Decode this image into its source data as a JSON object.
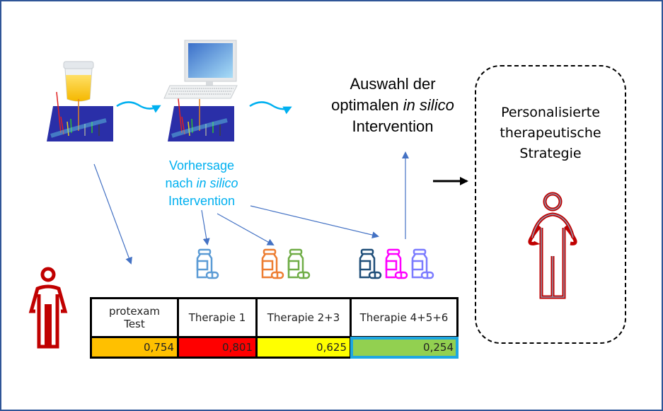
{
  "diagram": {
    "selection_text": {
      "line1": "Auswahl der",
      "line2_prefix": "optimalen ",
      "line2_italic": "in silico",
      "line3": "Intervention"
    },
    "prediction_text": {
      "line1": "Vorhersage",
      "line2_prefix": "nach ",
      "line2_italic": "in silico",
      "line3": "Intervention"
    },
    "strategy_text": {
      "line1": "Personalisierte",
      "line2": "therapeutische",
      "line3": "Strategie"
    },
    "colors": {
      "frame": "#2F5597",
      "arrow_blue": "#4472C4",
      "wave_cyan": "#00B0F0",
      "person_red": "#C00000",
      "bottle_1": "#5B9BD5",
      "bottle_2": "#ED7D31",
      "bottle_3": "#70AD47",
      "bottle_4": "#1F4E79",
      "bottle_5": "#FF00FF",
      "bottle_6": "#7B7BFF"
    },
    "table": {
      "headers": [
        {
          "line1": "protexam",
          "line2": "Test"
        },
        {
          "line1": "Therapie 1"
        },
        {
          "line1": "Therapie 2+3"
        },
        {
          "line1": "Therapie 4+5+6"
        }
      ],
      "values": [
        {
          "value": "0,754",
          "color": "#FFC000"
        },
        {
          "value": "0,801",
          "color": "#FF0000"
        },
        {
          "value": "0,625",
          "color": "#FFFF00"
        },
        {
          "value": "0,254",
          "color": "#92D050",
          "selected": true
        }
      ]
    },
    "icons": [
      "urine-sample-cup-icon",
      "2d-gel-spectrum-icon",
      "computer-icon",
      "medicine-bottle-icon",
      "person-icon"
    ]
  }
}
